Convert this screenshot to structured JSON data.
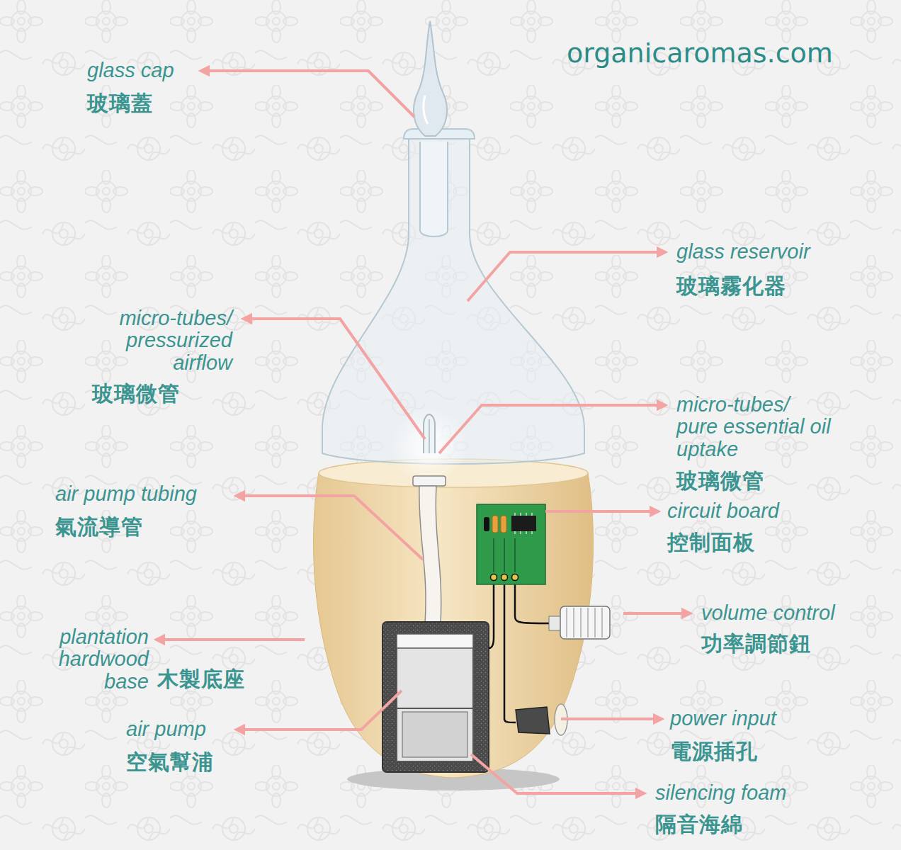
{
  "diagram": {
    "labels": [
      "organicaromas.com",
      "glass cap",
      "玻璃蓋",
      "glass reservoir",
      "玻璃霧化器",
      "micro-tubes/ pressurized airflow",
      "玻璃微管",
      "micro-tubes/ pure essential oil uptake",
      "玻璃微管",
      "circuit board",
      "控制面板",
      "air pump tubing",
      "氣流導管",
      "volume control",
      "功率調節鈕",
      "plantation hardwood base",
      "木製底座",
      "air pump",
      "空氣幫浦",
      "power input",
      "電源插孔",
      "silencing foam",
      "隔音海綿"
    ]
  }
}
